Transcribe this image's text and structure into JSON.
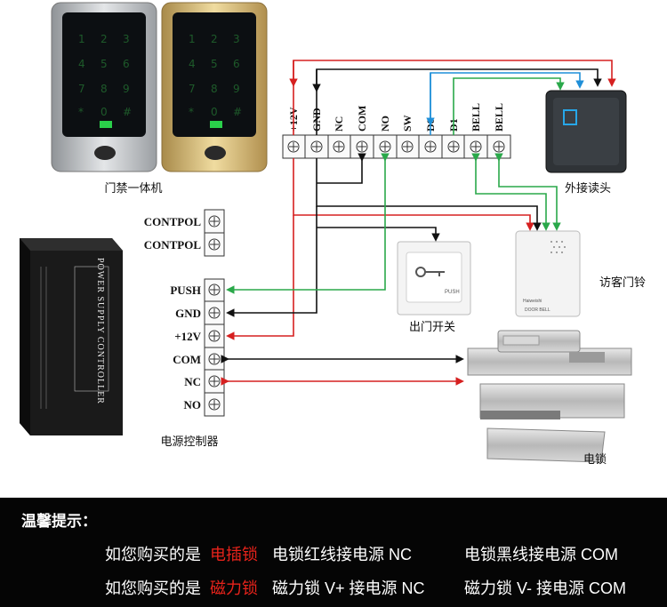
{
  "terminal_block_top": [
    "+12V",
    "GND",
    "NC",
    "COM",
    "NO",
    "SW",
    "D0",
    "D1",
    "BELL",
    "BELL"
  ],
  "terminal_block_left": [
    "CONTPOL",
    "CONTPOL",
    "PUSH",
    "GND",
    "+12V",
    "COM",
    "NC",
    "NO"
  ],
  "devices": {
    "keypad_label": "门禁一体机",
    "reader_label": "外接读头",
    "exit_button_label": "出门开关",
    "exit_button_text": "PUSH",
    "doorbell_label": "访客门铃",
    "doorbell_brand": "Haiweishi",
    "doorbell_text": "DOOR BELL",
    "power_supply_label": "电源控制器",
    "power_supply_text": "POWER SUPPLY CONTROLLER",
    "lock_label": "电锁"
  },
  "tips": {
    "title": "温馨提示：",
    "row1": {
      "prefix": "如您购买的是",
      "highlight": "电插锁",
      "left": "电锁红线接电源 NC",
      "right": "电锁黑线接电源 COM"
    },
    "row2": {
      "prefix": "如您购买的是",
      "highlight": "磁力锁",
      "left": "磁力锁 V+ 接电源 NC",
      "right": "磁力锁 V- 接电源 COM"
    }
  },
  "colors": {
    "red": "#d62020",
    "black": "#111111",
    "green": "#2aa84a",
    "blue": "#1f8fd8"
  }
}
